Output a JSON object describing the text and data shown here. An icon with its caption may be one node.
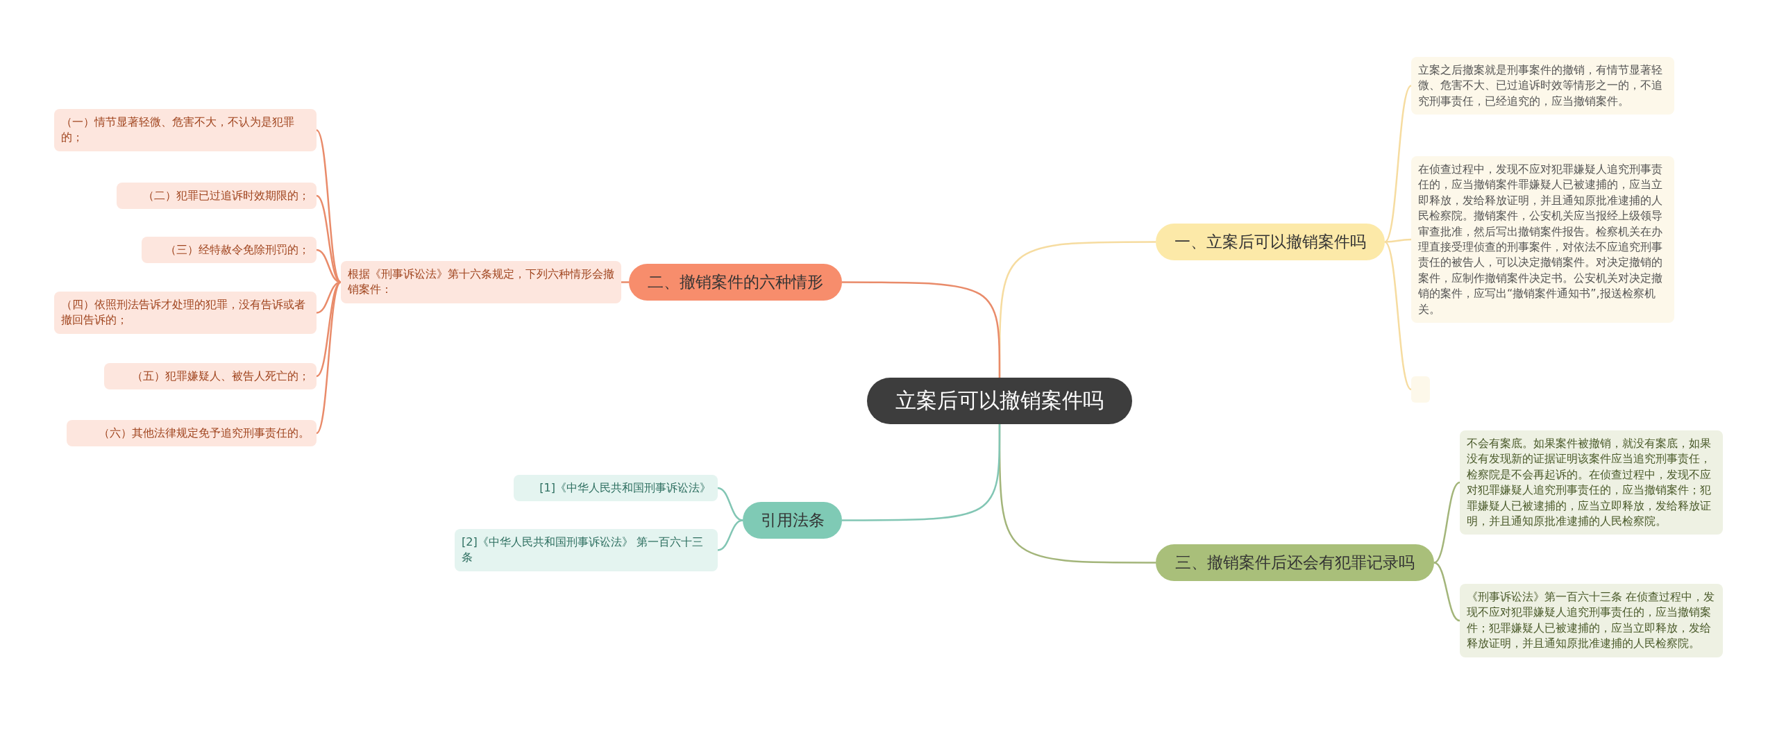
{
  "diagram": {
    "nodes": [
      {
        "text": [
          "立案后可以撤销案件吗"
        ]
      },
      {
        "text": [
          "一、立案后可以撤销案件吗"
        ]
      },
      {
        "text": [
          "立案之后撤案就是刑事案件的撤销，有情节显著轻微、危害不大、已过追诉时效等情形之一的，不追究刑事责任，已经追究的，应当撤销案件。"
        ]
      },
      {
        "text": [
          "在侦查过程中，发现不应对犯罪嫌疑人追究刑事责任的，应当撤销案件罪嫌疑人已被逮捕的，应当立即释放，发给释放证明，并且通知原批准逮捕的人民检察院。撤销案件，公安机关应当报经上级领导审查批准，然后写出撤销案件报告。检察机关在办理直接受理侦查的刑事案件，对依法不应追究刑事责任的被告人，可以决定撤销案件。对决定撤销的案件，应制作撤销案件决定书。公安机关对决定撤销的案件，应写出“撤销案件通知书”,报送检察机关。"
        ]
      },
      {
        "text": [],
        "shape": "box"
      },
      {
        "text": [
          "二、撤销案件的六种情形"
        ]
      },
      {
        "text": [
          "根据《刑事诉讼法》第十六条规定，下列六种情形会撤销案件："
        ]
      },
      {
        "text": [
          "（一）情节显著轻微、危害不大，不认为是犯罪的；"
        ]
      },
      {
        "text": [
          "（二）犯罪已过追诉时效期限的；"
        ]
      },
      {
        "text": [
          "（三）经特赦令免除刑罚的；"
        ]
      },
      {
        "text": [
          "（四）依照刑法告诉才处理的犯罪，没有告诉或者撤回告诉的；"
        ]
      },
      {
        "text": [
          "（五）犯罪嫌疑人、被告人死亡的；"
        ]
      },
      {
        "text": [
          "（六）其他法律规定免予追究刑事责任的。"
        ]
      },
      {
        "text": [
          "三、撤销案件后还会有犯罪记录吗"
        ]
      },
      {
        "text": [
          "不会有案底。如果案件被撤销，就没有案底，如果没有发现新的证据证明该案件应当追究刑事责任，检察院是不会再起诉的。在侦查过程中，发现不应对犯罪嫌疑人追究刑事责任的，应当撤销案件；犯罪嫌疑人已被逮捕的，应当立即释放，发给释放证明，并且通知原批准逮捕的人民检察院。"
        ]
      },
      {
        "text": [
          "《刑事诉讼法》第一百六十三条 在侦查过程中，发现不应对犯罪嫌疑人追究刑事责任的，应当撤销案件；犯罪嫌疑人已被逮捕的，应当立即释放，发给释放证明，并且通知原批准逮捕的人民检察院。"
        ]
      },
      {
        "text": [
          "引用法条"
        ]
      },
      {
        "text": [
          "[1]《中华人民共和国刑事诉讼法》"
        ]
      },
      {
        "text": [
          "[2]《中华人民共和国刑事诉讼法》 第一百六十三条"
        ]
      }
    ],
    "edges": [
      {
        "from": 0,
        "to": 1,
        "arrow": "none",
        "color": "#f6dca0"
      },
      {
        "from": 1,
        "to": 2,
        "arrow": "none",
        "color": "#f6dca0"
      },
      {
        "from": 1,
        "to": 3,
        "arrow": "none",
        "color": "#f6dca0"
      },
      {
        "from": 1,
        "to": 4,
        "arrow": "none",
        "color": "#f6dca0"
      },
      {
        "from": 0,
        "to": 5,
        "arrow": "none",
        "color": "#e98b6a"
      },
      {
        "from": 5,
        "to": 6,
        "arrow": "none",
        "color": "#e98b6a"
      },
      {
        "from": 6,
        "to": 7,
        "arrow": "none",
        "color": "#e98b6a"
      },
      {
        "from": 6,
        "to": 8,
        "arrow": "none",
        "color": "#e98b6a"
      },
      {
        "from": 6,
        "to": 9,
        "arrow": "none",
        "color": "#e98b6a"
      },
      {
        "from": 6,
        "to": 10,
        "arrow": "none",
        "color": "#e98b6a"
      },
      {
        "from": 6,
        "to": 11,
        "arrow": "none",
        "color": "#e98b6a"
      },
      {
        "from": 6,
        "to": 12,
        "arrow": "none",
        "color": "#e98b6a"
      },
      {
        "from": 0,
        "to": 13,
        "arrow": "none",
        "color": "#a3b57a"
      },
      {
        "from": 13,
        "to": 14,
        "arrow": "none",
        "color": "#a3b57a"
      },
      {
        "from": 13,
        "to": 15,
        "arrow": "none",
        "color": "#a3b57a"
      },
      {
        "from": 0,
        "to": 16,
        "arrow": "none",
        "color": "#82c6b4"
      },
      {
        "from": 16,
        "to": 17,
        "arrow": "none",
        "color": "#82c6b4"
      },
      {
        "from": 16,
        "to": 18,
        "arrow": "none",
        "color": "#82c6b4"
      }
    ]
  }
}
